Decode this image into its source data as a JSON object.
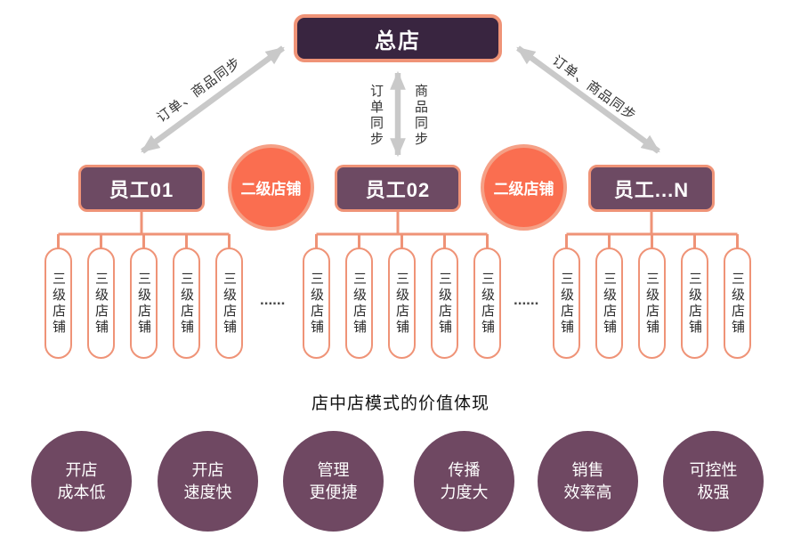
{
  "colors": {
    "root_box_fill": "#392540",
    "employee_box_fill": "#6d4a63",
    "value_circle_fill": "#6f4862",
    "salmon_border": "#ef9377",
    "orange_circle_fill": "#fa6e50",
    "orange_circle_ring": "#f5a086",
    "arrow_gray": "#c9c9c9"
  },
  "root": {
    "label": "总店"
  },
  "sync": {
    "left_diagonal": "订单、商品同步",
    "right_diagonal": "订单、商品同步",
    "order": "订单同步",
    "goods": "商品同步"
  },
  "level2": {
    "circle1": "二级店铺",
    "circle2": "二级店铺"
  },
  "employees": [
    {
      "label": "员工01",
      "stores": [
        "三级店铺",
        "三级店铺",
        "三级店铺",
        "三级店铺",
        "三级店铺"
      ]
    },
    {
      "label": "员工02",
      "stores": [
        "三级店铺",
        "三级店铺",
        "三级店铺",
        "三级店铺",
        "三级店铺"
      ]
    },
    {
      "label": "员工...N",
      "stores": [
        "三级店铺",
        "三级店铺",
        "三级店铺",
        "三级店铺",
        "三级店铺"
      ]
    }
  ],
  "ellipsis": {
    "left": "......",
    "right": "......"
  },
  "values": {
    "title": "店中店模式的价值体现",
    "items": [
      {
        "line1": "开店",
        "line2": "成本低"
      },
      {
        "line1": "开店",
        "line2": "速度快"
      },
      {
        "line1": "管理",
        "line2": "更便捷"
      },
      {
        "line1": "传播",
        "line2": "力度大"
      },
      {
        "line1": "销售",
        "line2": "效率高"
      },
      {
        "line1": "可控性",
        "line2": "极强"
      }
    ]
  }
}
